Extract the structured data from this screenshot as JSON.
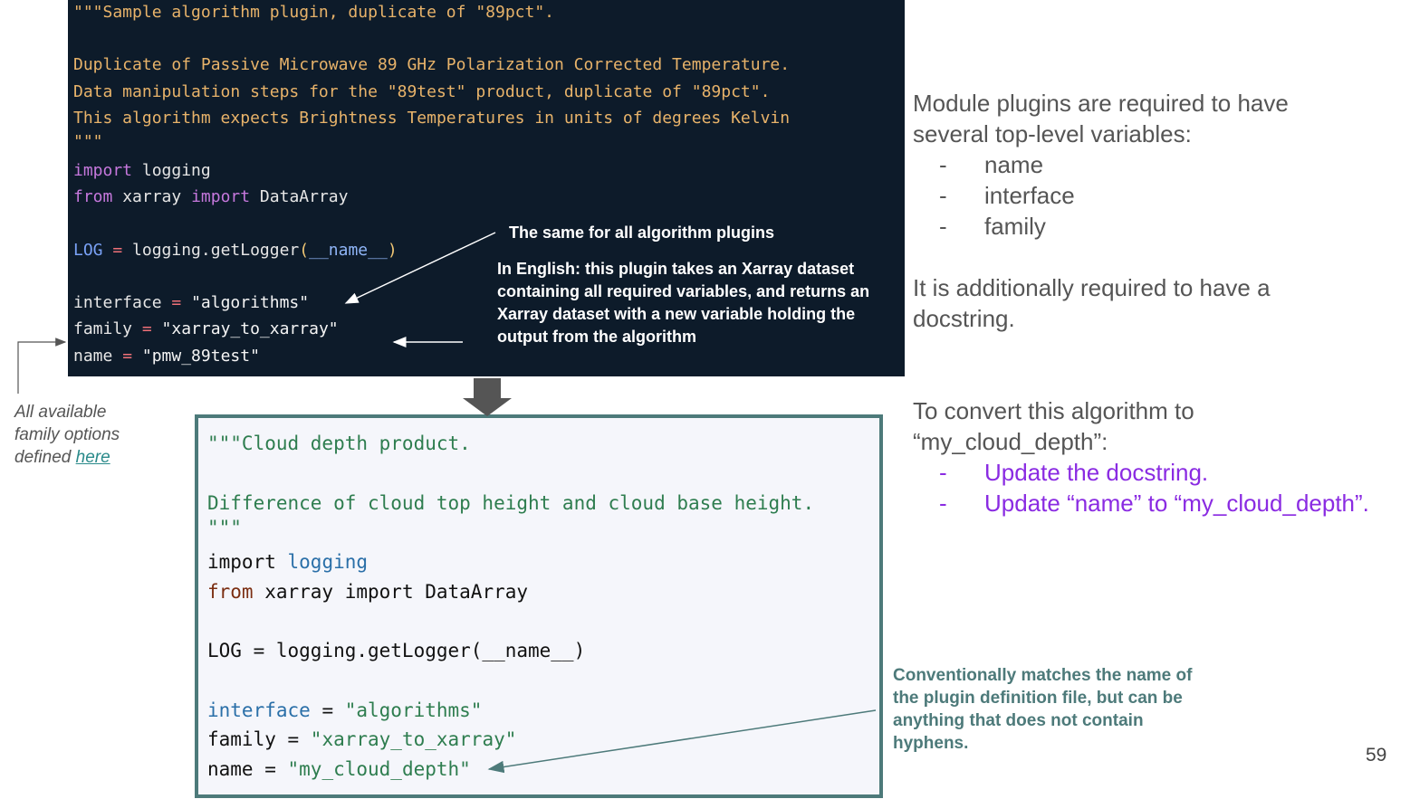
{
  "dark_code": {
    "docstring_lines": [
      "\"\"\"Sample algorithm plugin, duplicate of \"89pct\".",
      "",
      "Duplicate of Passive Microwave 89 GHz Polarization Corrected Temperature.",
      "Data manipulation steps for the \"89test\" product, duplicate of \"89pct\".",
      "This algorithm expects Brightness Temperatures in units of degrees Kelvin",
      "\"\"\""
    ],
    "import_kw": "import",
    "import_mod": " logging",
    "from_kw": "from",
    "from_mod": " xarray ",
    "from_import_kw": "import",
    "from_name": " DataArray",
    "log_var": "LOG",
    "log_eq": " = ",
    "log_call": "logging.getLogger",
    "log_open": "(",
    "log_dunder": "__name__",
    "log_close": ")",
    "interface_var": "interface",
    "interface_eq": " = ",
    "interface_val": "\"algorithms\"",
    "family_var": "family",
    "family_eq": " = ",
    "family_val": "\"xarray_to_xarray\"",
    "name_var": "name",
    "name_eq": " = ",
    "name_val": "\"pmw_89test\""
  },
  "dark_notes": {
    "same_for_all": "The same for all algorithm plugins",
    "in_english": "In English: this plugin takes an Xarray dataset containing all required variables, and returns an Xarray dataset with a new variable holding the output from the algorithm"
  },
  "light_code": {
    "doc_line1": "\"\"\"Cloud depth product.",
    "doc_line2": "Difference of cloud top height and cloud base height.",
    "doc_line3": "\"\"\"",
    "import_kw": "import ",
    "import_mod": "logging",
    "from_kw": "from",
    "from_rest": " xarray import DataArray",
    "log_line": "LOG = logging.getLogger(__name__)",
    "interface_var": "interface",
    "interface_eq": " = ",
    "interface_val": "\"algorithms\"",
    "family_plain": "family = ",
    "family_val": "\"xarray_to_xarray\"",
    "name_plain": "name = ",
    "name_val": "\"my_cloud_depth\""
  },
  "side_note": {
    "text_line1": "All available",
    "text_line2": "family options",
    "text_line3": "defined ",
    "link": "here"
  },
  "right_panel": {
    "req_line1": "Module plugins are required to have",
    "req_line2": "several top-level variables:",
    "bullets": [
      "name",
      "interface",
      "family"
    ],
    "doc_line1": "It is additionally required to have a",
    "doc_line2": "docstring.",
    "convert_line1": "To convert this algorithm to",
    "convert_line2": "“my_cloud_depth”:",
    "steps": [
      "Update the docstring.",
      "Update “name” to “my_cloud_depth”."
    ],
    "dash": "-"
  },
  "teal_note": "Conventionally matches the name of the plugin definition file, but can be anything that does not contain hyphens.",
  "page_number": "59",
  "colors": {
    "dark_bg": "#0d1b2a",
    "light_border": "#4d7a7a",
    "purple_steps": "#8a2be2",
    "teal_note": "#4d7a7a"
  }
}
